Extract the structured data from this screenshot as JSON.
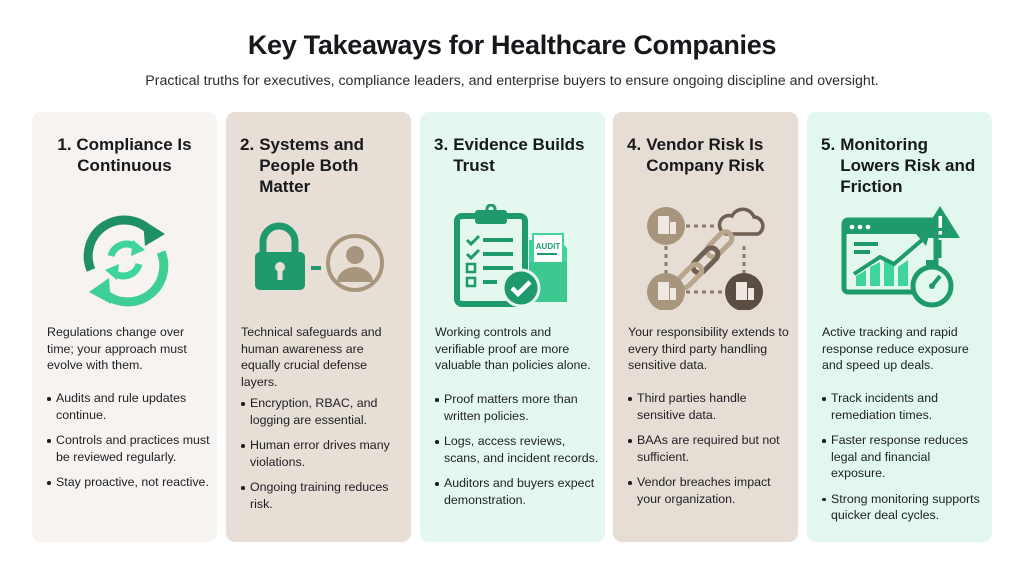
{
  "header": {
    "title": "Key Takeaways for Healthcare Companies",
    "subtitle": "Practical truths for executives, compliance leaders, and enterprise buyers to ensure ongoing discipline and oversight."
  },
  "colors": {
    "green_primary": "#1f9a6c",
    "green_light": "#3fd59a",
    "taupe": "#a8957d",
    "taupe_dark": "#5a4e42",
    "card_bg_neutral": "#f7f3f0",
    "card_bg_taupe": "#e7ded6",
    "card_bg_mint": "#e5f8ef"
  },
  "cards": [
    {
      "number": "1.",
      "title": "Compliance Is Continuous",
      "icon": "refresh-cycle-icon",
      "description": "Regulations change over time; your approach must evolve with them.",
      "bullets": [
        "Audits and rule updates continue.",
        "Controls and practices must be reviewed regularly.",
        "Stay proactive, not reactive."
      ]
    },
    {
      "number": "2.",
      "title": "Systems and People Both Matter",
      "icon": "lock-and-person-icon",
      "description": "Technical safeguards and human awareness are equally crucial defense layers.",
      "bullets": [
        "Encryption, RBAC, and logging are essential.",
        "Human error drives many violations.",
        "Ongoing training reduces risk."
      ]
    },
    {
      "number": "3.",
      "title": "Evidence Builds Trust",
      "icon": "clipboard-audit-icon",
      "icon_label": "AUDIT",
      "description": "Working controls and verifiable proof are more valuable than policies alone.",
      "bullets": [
        "Proof matters more than written policies.",
        "Logs, access reviews, scans, and incident records.",
        "Auditors and buyers expect demonstration."
      ]
    },
    {
      "number": "4.",
      "title": "Vendor Risk Is Company Risk",
      "icon": "vendor-network-chain-icon",
      "description": "Your responsibility extends to every third party handling sensitive data.",
      "bullets": [
        "Third parties handle sensitive data.",
        "BAAs are required but not sufficient.",
        "Vendor breaches impact your organization."
      ]
    },
    {
      "number": "5.",
      "title": "Monitoring Lowers Risk and Friction",
      "icon": "monitoring-dashboard-icon",
      "description": "Active tracking and rapid response reduce exposure and speed up deals.",
      "bullets": [
        "Track incidents and remediation times.",
        "Faster response reduces legal and financial exposure.",
        "Strong monitoring supports quicker deal cycles."
      ]
    }
  ]
}
